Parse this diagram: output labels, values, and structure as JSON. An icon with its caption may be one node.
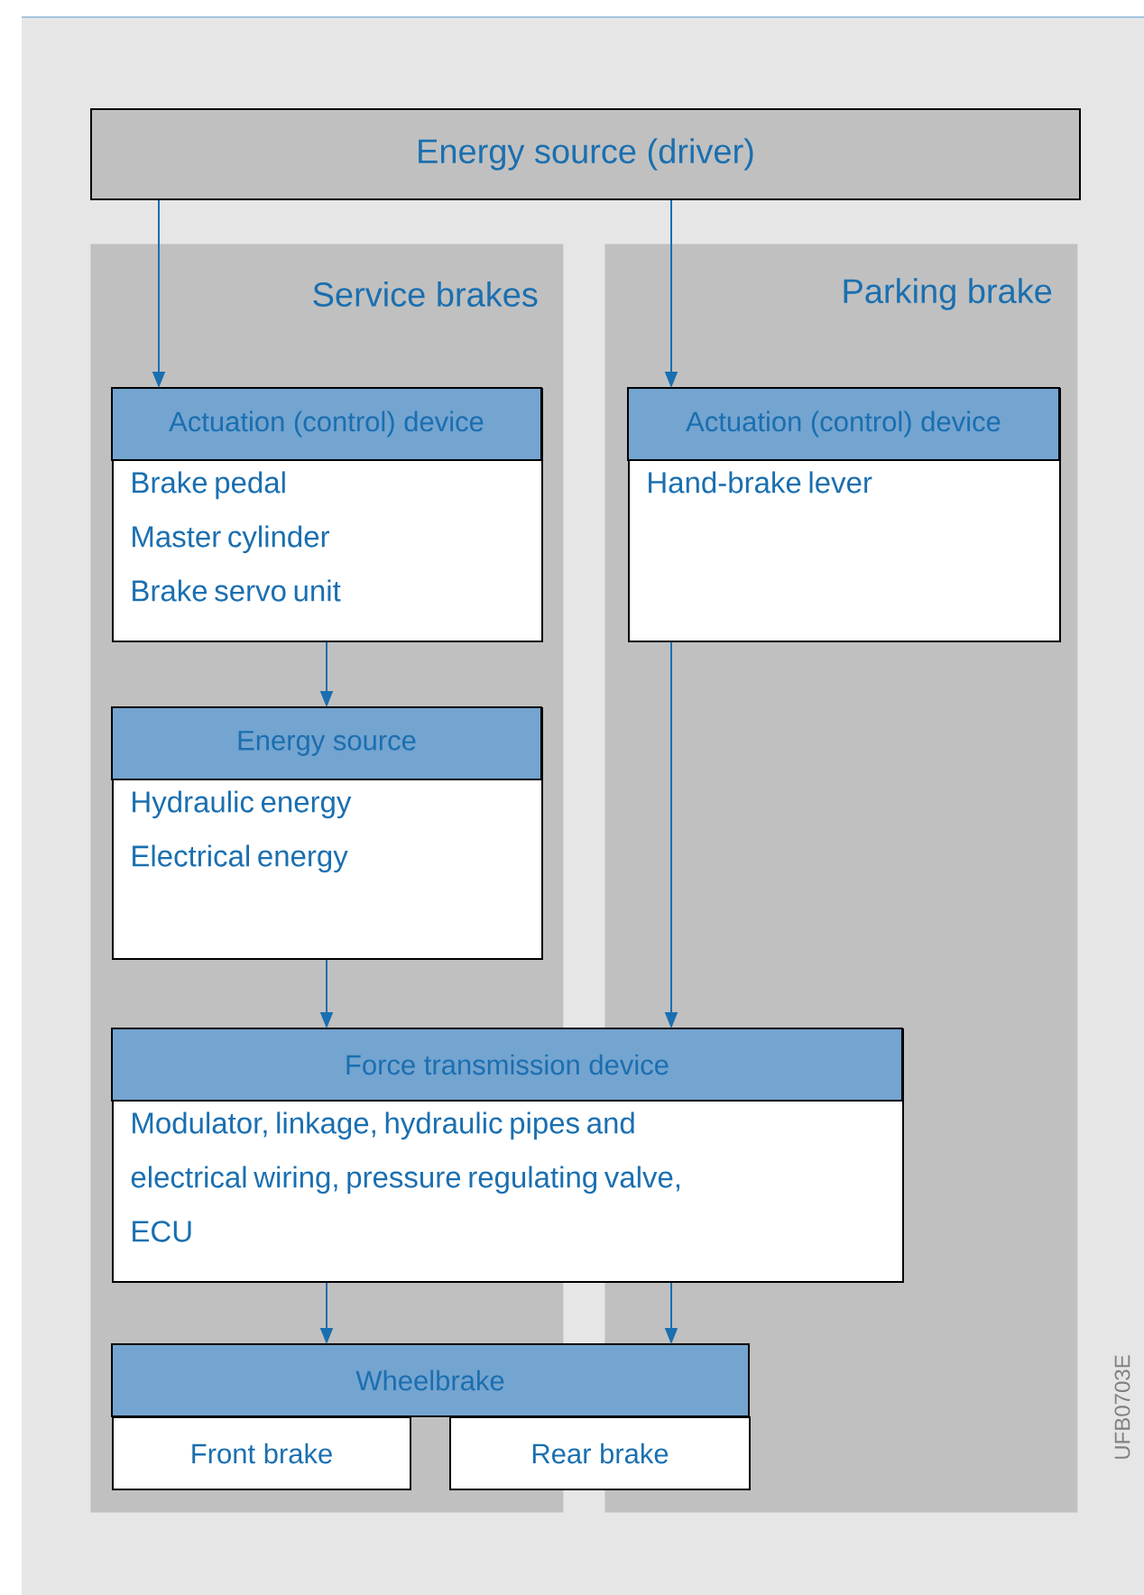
{
  "diagram": {
    "nodes": [
      {
        "text": [
          "Energy source (driver)"
        ]
      },
      {
        "text": [
          "Service brakes"
        ]
      },
      {
        "text": [
          "Parking brake"
        ]
      },
      {
        "text": [
          "Actuation (control) device",
          "Brake pedal",
          "Master cylinder",
          "Brake servo unit"
        ],
        "in": 1
      },
      {
        "text": [
          "Actuation (control) device",
          "Hand-brake lever"
        ],
        "in": 2
      },
      {
        "text": [
          "Energy source",
          "Hydraulic energy",
          "Electrical energy"
        ],
        "in": 1
      },
      {
        "text": [
          "Force transmission device",
          "Modulator, linkage, hydraulic pipes and electrical wiring, pressure regulating valve, ECU"
        ]
      },
      {
        "text": [
          "Wheelbrake"
        ]
      },
      {
        "text": [
          "Front brake"
        ],
        "in": 1
      },
      {
        "text": [
          "Rear brake"
        ]
      }
    ],
    "edges": [
      {
        "from": 0,
        "to": 3,
        "arrow": "to"
      },
      {
        "from": 0,
        "to": 4,
        "arrow": "to"
      },
      {
        "from": 3,
        "to": 5,
        "arrow": "to"
      },
      {
        "from": 5,
        "to": 6,
        "arrow": "to"
      },
      {
        "from": 4,
        "to": 6,
        "arrow": "to"
      },
      {
        "from": 6,
        "to": 7,
        "arrow": "to"
      },
      {
        "from": 6,
        "to": 7,
        "arrow": "to"
      }
    ],
    "labels": [
      "UFB0703E"
    ]
  }
}
